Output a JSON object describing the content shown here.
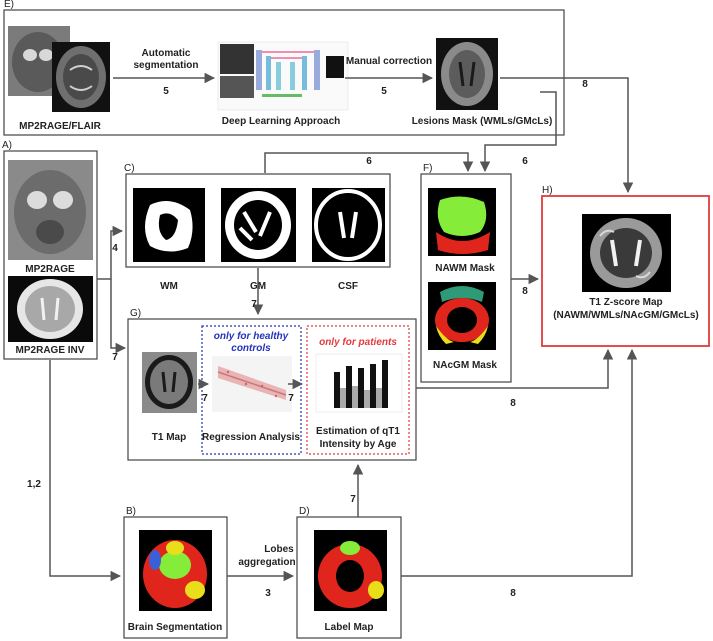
{
  "panels": {
    "e": "E)",
    "a": "A)",
    "b": "B)",
    "c": "C)",
    "d": "D)",
    "f": "F)",
    "g": "G)",
    "h": "H)"
  },
  "labels": {
    "mp2rage_flair": "MP2RAGE/FLAIR",
    "automatic_segmentation_1": "Automatic",
    "automatic_segmentation_2": "segmentation",
    "deep_learning": "Deep Learning Approach",
    "manual_correction": "Manual correction",
    "lesions_mask": "Lesions Mask (WMLs/GMcLs)",
    "mp2rage": "MP2RAGE",
    "mp2rage_inv": "MP2RAGE INV",
    "wm": "WM",
    "gm": "GM",
    "csf": "CSF",
    "nawm_mask": "NAWM Mask",
    "nacgm_mask": "NAcGM Mask",
    "t1_zscore_1": "T1 Z-score Map",
    "t1_zscore_2": "(NAWM/WMLs/NAcGM/GMcLs)",
    "only_healthy_1": "only for healthy",
    "only_healthy_2": "controls",
    "only_patients": "only for patients",
    "t1_map": "T1 Map",
    "regression_analysis": "Regression Analysis",
    "estimation_1": "Estimation of qT1",
    "estimation_2": "Intensity by Age",
    "lobes_1": "Lobes",
    "lobes_2": "aggregation",
    "brain_segmentation": "Brain Segmentation",
    "label_map": "Label Map"
  },
  "steps": {
    "e_auto": "5",
    "e_manual": "5",
    "e_to_h": "8",
    "lesion_to_c": "6",
    "lesion_to_f": "6",
    "a_to_c": "4",
    "a_to_g": "7",
    "c_to_g": "7",
    "g_inner_1": "7",
    "g_inner_2": "7",
    "f_to_h": "8",
    "g_to_h": "8",
    "a_to_b": "1,2",
    "b_to_d": "3",
    "d_to_g": "7",
    "d_to_h": "8"
  },
  "colors": {
    "frame": "#444444",
    "panel_h_border": "#e23b3b",
    "healthy_dash": "#2233bb",
    "patients_dash": "#e23b3b",
    "nawm_green": "#86ec3a",
    "gm_red": "#e0261c",
    "gm_yellow": "#e8df1a",
    "gm_teal": "#2f9a77"
  }
}
